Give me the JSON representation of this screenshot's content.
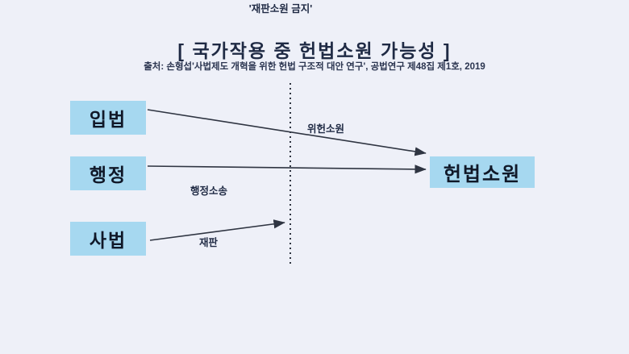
{
  "header": {
    "title": "[ 국가작용 중 헌법소원 가능성 ]",
    "subtitle": "출처: 손형섭'사법제도 개혁을 위한 헌법 구조적 대안 연구', 공법연구 제48집 제1호, 2019"
  },
  "nodes": {
    "legislation": "입법",
    "administration": "행정",
    "judiciary": "사법",
    "target": "헌법소원"
  },
  "edges": {
    "unconstitutional_petition": "위헌소원",
    "administrative_litigation": "행정소송",
    "trial": "재판"
  },
  "divider": {
    "label": "'재판소원 금지'"
  },
  "colors": {
    "background": "#eef0f8",
    "node_fill": "#a6d8f0",
    "node_text": "#101828",
    "line": "#2f3542",
    "title_text": "#1f2a44"
  },
  "chart_data": {
    "type": "diagram",
    "title": "[ 국가작용 중 헌법소원 가능성 ]",
    "source_nodes": [
      "입법",
      "행정",
      "사법"
    ],
    "target_node": "헌법소원",
    "flows": [
      {
        "from": "입법",
        "to": "헌법소원",
        "label": "위헌소원",
        "reaches_target": true,
        "crosses_divider": true
      },
      {
        "from": "행정",
        "to": "헌법소원",
        "label": "행정소송",
        "reaches_target": true,
        "crosses_divider": true
      },
      {
        "from": "사법",
        "to": "재판소원 금지",
        "label": "재판",
        "reaches_target": false,
        "crosses_divider": false
      }
    ],
    "divider_label": "'재판소원 금지'"
  }
}
